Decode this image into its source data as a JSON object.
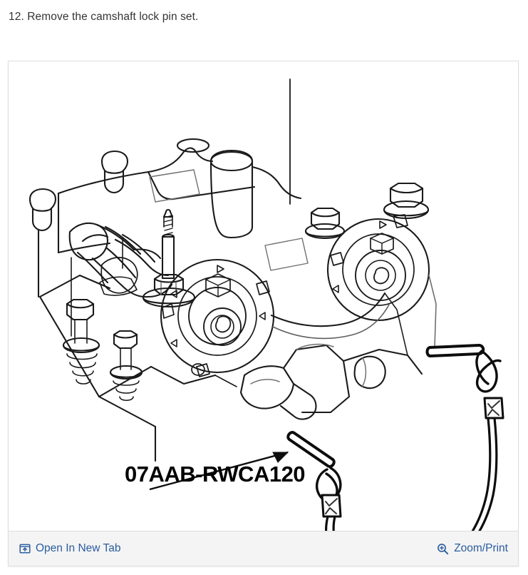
{
  "step": {
    "number": "12.",
    "text": "12. Remove the camshaft lock pin set."
  },
  "figure": {
    "alt": "Cylinder head with camshaft sprockets and camshaft lock pin set installed",
    "part_number_label": "07AAB-RWCA120",
    "timing_marks": [
      "△",
      "△",
      "◁",
      "◁"
    ]
  },
  "toolbar": {
    "open_in_new_tab": {
      "label": "Open In New Tab",
      "icon": "external-link-icon"
    },
    "zoom_print": {
      "label": "Zoom/Print",
      "icon": "magnifier-plus-icon"
    },
    "link_color": "#2a5d9f",
    "background_color": "#f4f4f4"
  },
  "colors": {
    "page_background": "#ffffff",
    "text": "#333333",
    "card_border": "#dedede",
    "line_art": "#1a1a1a",
    "line_art_light": "#7a7a7a"
  }
}
